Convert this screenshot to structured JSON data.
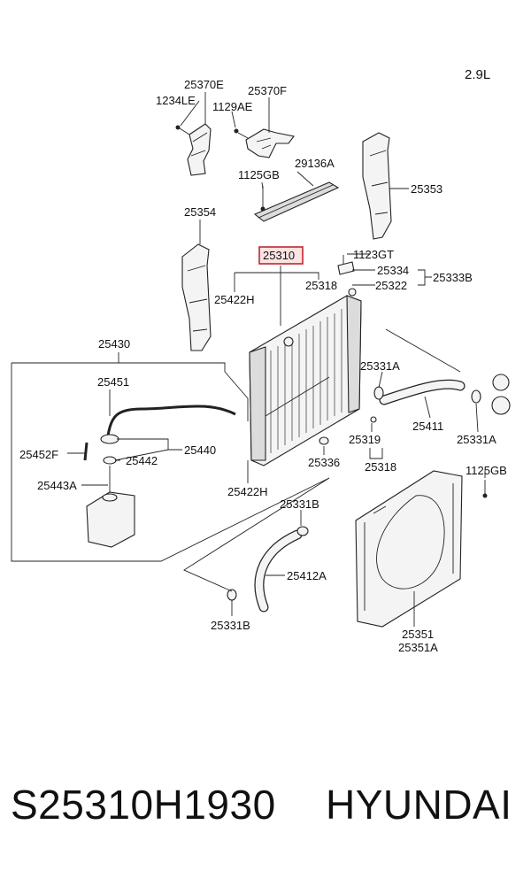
{
  "engine": "2.9L",
  "highlighted_part": "25310",
  "callouts": {
    "c25370E": "25370E",
    "c1234LE": "1234LE",
    "c1129AE": "1129AE",
    "c25370F": "25370F",
    "c29136A": "29136A",
    "c1125GB_top": "1125GB",
    "c25353": "25353",
    "c25354": "25354",
    "c25310": "25310",
    "c1123GT": "1123GT",
    "c25334": "25334",
    "c25333B": "25333B",
    "c25322": "25322",
    "c25318_top": "25318",
    "c25422H_top": "25422H",
    "c25430": "25430",
    "c25451": "25451",
    "c25331A_left": "25331A",
    "c25411": "25411",
    "c25331A_right": "25331A",
    "c25319": "25319",
    "c25318_bottom": "25318",
    "c25336": "25336",
    "c25452F": "25452F",
    "c25440": "25440",
    "c25442": "25442",
    "c25443A": "25443A",
    "c25422H_bottom": "25422H",
    "c1125GB_right": "1125GB",
    "c25331B_top": "25331B",
    "c25412A": "25412A",
    "c25331B_bottom": "25331B",
    "c25351": "25351",
    "c25351A": "25351A"
  },
  "caption": {
    "part_number": "S25310H1930",
    "brand": "HYUNDAI"
  },
  "colors": {
    "highlight": "#c0282e",
    "line": "#222222"
  }
}
